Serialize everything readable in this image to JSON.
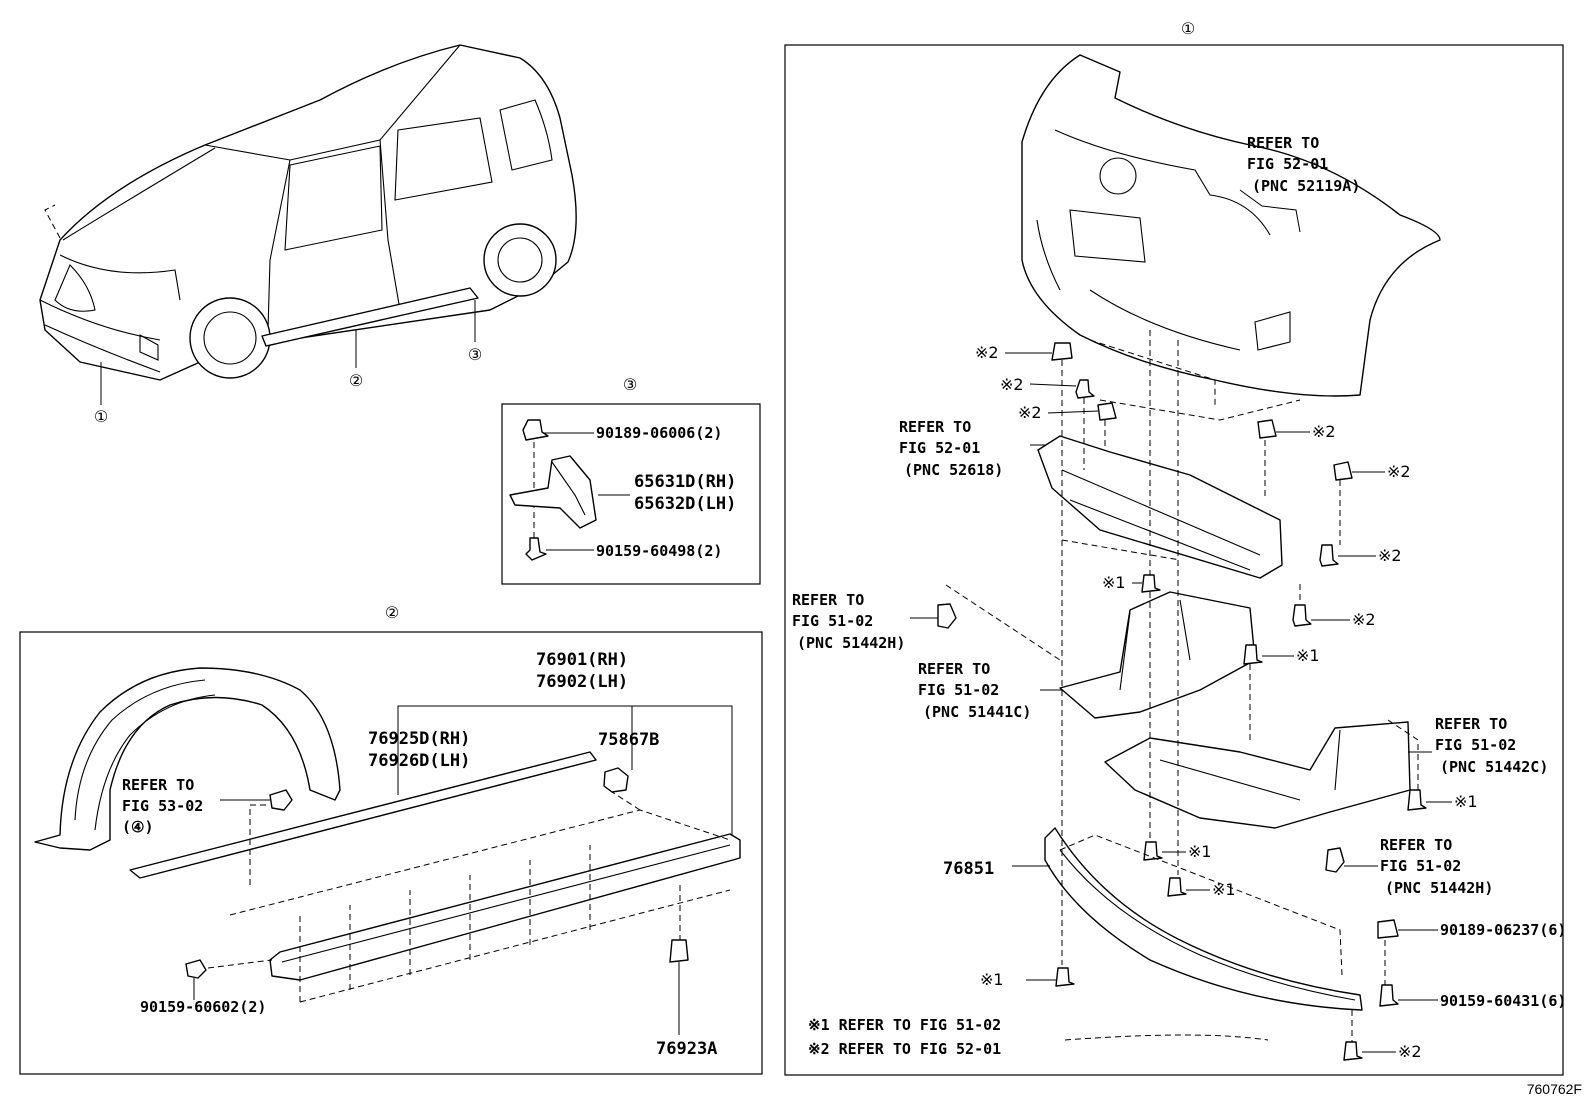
{
  "callouts": {
    "c1": "①",
    "c2": "②",
    "c3": "③",
    "c4": "④"
  },
  "labels": {
    "rocker_panel_rh": "76901(RH)",
    "rocker_panel_lh": "76902(LH)",
    "moulding_rh": "76925D(RH)",
    "moulding_lh": "76926D(LH)",
    "clip_75867b": "75867B",
    "nut_76923a": "76923A",
    "screw_90159_60602": "90159-60602(2)",
    "clip_90189_06006": "90189-06006(2)",
    "mudguard_rh": "65631D(RH)",
    "mudguard_lh": "65632D(LH)",
    "screw_90159_60498": "90159-60498(2)",
    "spoiler_76851": "76851",
    "clip_90189_06237": "90189-06237(6)",
    "screw_90159_60431": "90159-60431(6)",
    "refer_to": "REFER TO",
    "fig_53_02": "FIG 53-02",
    "fig_52_01": "FIG 52-01",
    "fig_51_02": "FIG 51-02",
    "pnc_52119a": "(PNC 52119A)",
    "pnc_52618": "(PNC 52618)",
    "pnc_51442h": "(PNC 51442H)",
    "pnc_51441c": "(PNC 51441C)",
    "pnc_51442c": "(PNC 51442C)",
    "paren_four": "(④)",
    "mark1": "※1",
    "mark2": "※2",
    "note1": "※1 REFER TO FIG 51-02",
    "note2": "※2 REFER TO FIG 52-01",
    "figure_id": "760762F"
  }
}
